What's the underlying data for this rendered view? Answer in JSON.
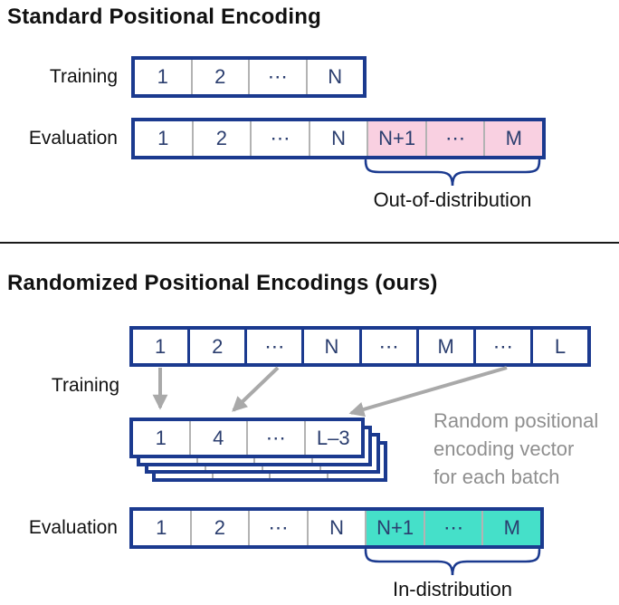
{
  "colors": {
    "navy": "#1b3a8f",
    "cell_text": "#2b3e6f",
    "pink": "#f9d0e1",
    "teal": "#45e0c9",
    "gray_separator": "#b3b3b3",
    "gray_annotation": "#8f8f8f",
    "gray_arrow": "#a9a9a9",
    "text_black": "#111111"
  },
  "standard_section": {
    "title": "Standard Positional Encoding",
    "training_label": "Training",
    "training_cells": [
      "1",
      "2",
      "⋯",
      "N"
    ],
    "evaluation_label": "Evaluation",
    "evaluation_cells": [
      "1",
      "2",
      "⋯",
      "N",
      "N+1",
      "⋯",
      "M"
    ],
    "brace_label": "Out-of-distribution"
  },
  "randomized_section": {
    "title": "Randomized Positional Encodings (ours)",
    "training_label": "Training",
    "sequence_cells": [
      "1",
      "2",
      "⋯",
      "N",
      "⋯",
      "M",
      "⋯",
      "L"
    ],
    "batch_cells": [
      "1",
      "4",
      "⋯",
      "L–3"
    ],
    "annotation_lines": [
      "Random positional",
      "encoding vector",
      "for each batch"
    ],
    "evaluation_label": "Evaluation",
    "evaluation_cells": [
      "1",
      "2",
      "⋯",
      "N",
      "N+1",
      "⋯",
      "M"
    ],
    "brace_label": "In-distribution"
  }
}
